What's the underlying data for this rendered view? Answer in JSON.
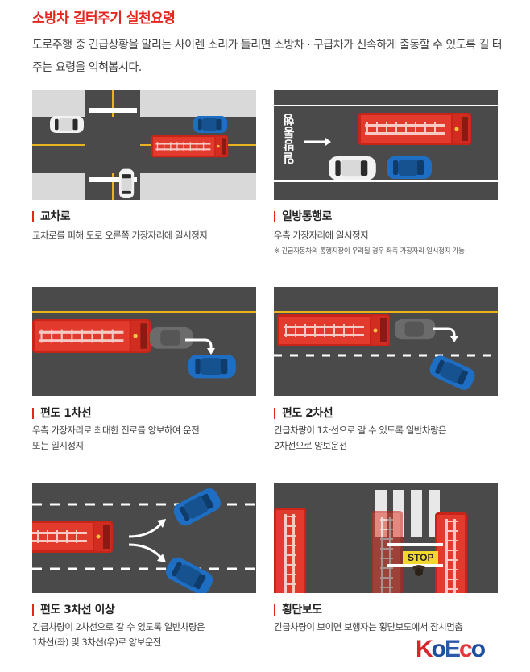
{
  "header": {
    "title": "소방차 길터주기 실천요령",
    "intro": "도로주행 중 긴급상황을 알리는 사이렌 소리가 들리면 소방차 · 구급차가 신속하게 출동할 수 있도록 길 터주는 요령을 익혀봅시다."
  },
  "panels": [
    {
      "title": "교차로",
      "desc": "교차로를 피해 도로 오른쪽 가장자리에 일시정지"
    },
    {
      "title": "일방통행로",
      "desc": "우측 가장자리에 일시정지",
      "note": "※ 긴급자동차의 통행지장이 우려될 경우 좌측 가장자리 일시정지 가능",
      "road_sign": "일방통행"
    },
    {
      "title": "편도 1차선",
      "desc_line1": "우측 가장자리로 최대한 진로를 양보하여 운전",
      "desc_line2": "또는 일시정지"
    },
    {
      "title": "편도 2차선",
      "desc_line1": "긴급차량이 1차선으로 갈 수 있도록 일반차량은",
      "desc_line2": "2차선으로 양보운전"
    },
    {
      "title": "편도 3차선 이상",
      "desc_line1": "긴급차량이 2차선으로 갈 수 있도록 일반차량은",
      "desc_line2": "1차선(좌) 및 3차선(우)로 양보운전"
    },
    {
      "title": "횡단보도",
      "desc": "긴급차량이 보이면 보행자는 횡단보도에서 잠시멈춤",
      "stop_sign": "STOP"
    }
  ],
  "logo": {
    "k": "K",
    "o": "o",
    "e": "E",
    "c": "c",
    "o2": "o"
  },
  "colors": {
    "accent": "#e3271d",
    "road": "#4a4a4a",
    "truck": "#d6291f",
    "blue_car": "#1e6fc4",
    "yellow_line": "#e8b41c"
  }
}
